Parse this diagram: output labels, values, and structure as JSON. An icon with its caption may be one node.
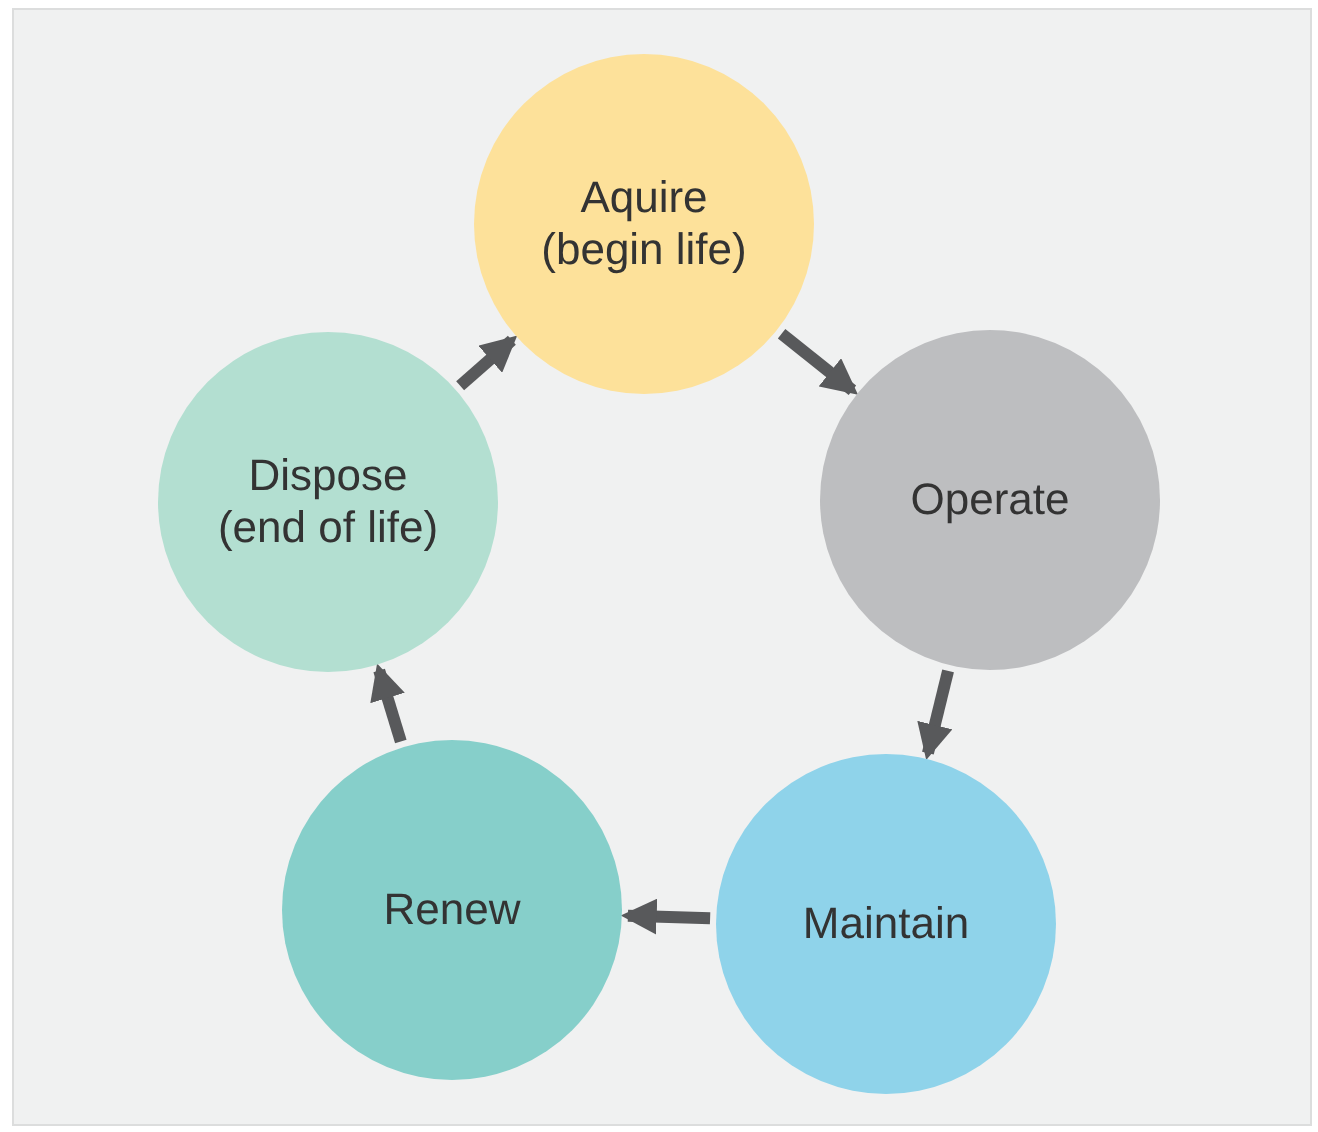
{
  "diagram": {
    "nodes": [
      {
        "text": [
          "Aquire (begin life)"
        ]
      },
      {
        "text": [
          "Operate"
        ]
      },
      {
        "text": [
          "Maintain"
        ]
      },
      {
        "text": [
          "Renew"
        ]
      },
      {
        "text": [
          "Dispose (end of life)"
        ]
      }
    ],
    "edges": [
      {
        "from": 0,
        "to": 1,
        "arrow": "to"
      },
      {
        "from": 1,
        "to": 2,
        "arrow": "to"
      },
      {
        "from": 2,
        "to": 3,
        "arrow": "to"
      },
      {
        "from": 3,
        "to": 4,
        "arrow": "to"
      },
      {
        "from": 4,
        "to": 0,
        "arrow": "to"
      }
    ]
  }
}
